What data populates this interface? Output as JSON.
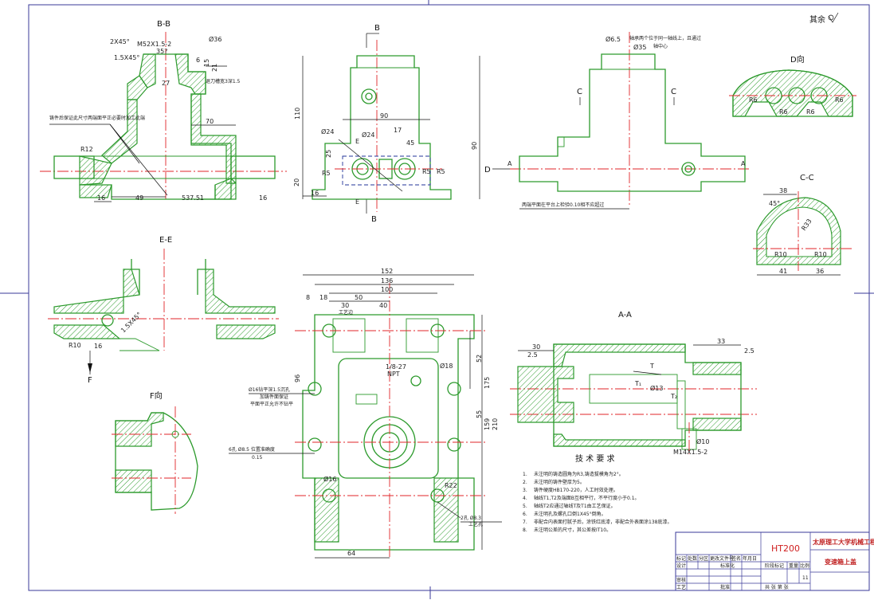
{
  "views": {
    "bb": {
      "title": "B-B"
    },
    "ee": {
      "title": "E-E"
    },
    "f": {
      "title": "F向"
    },
    "d": {
      "title": "D向"
    },
    "cc": {
      "title": "C-C"
    },
    "aa": {
      "title": "A-A"
    },
    "rest_mark": "其余"
  },
  "section_marks": {
    "b": "B",
    "e": "E",
    "a": "A",
    "c": "C",
    "d": "D",
    "f": "F"
  },
  "dims": {
    "bb_2x45": "2X45°",
    "bb_m52": "M52X1.5-2",
    "bb_36": "Ø36",
    "bb_15x45": "1.5X45°",
    "bb_35": "35?",
    "bb_27": "27",
    "bb_21": "21",
    "bb_15": "15",
    "bb_6": "6",
    "bb_70": "70",
    "bb_r12": "R12",
    "bb_16a": "16",
    "bb_49": "49",
    "bb_5375": "537.51",
    "bb_16b": "16",
    "bb_thread": "退刀槽宽3深1.5",
    "bb_note": "铸件后保证此尺寸两端面平正必要时加工此端",
    "v2_110": "110",
    "v2_90": "90",
    "v2_90b": "90",
    "v2_17": "17",
    "v2_45": "45",
    "v2_24a": "Ø24",
    "v2_24b": "Ø24",
    "v2_r5a": "R5",
    "v2_r5b": "R5",
    "v2_r5c": "R5",
    "v2_16": "16",
    "v2_20": "20",
    "v2_25": "25",
    "v3_65": "Ø6.5",
    "v3_35": "Ø35",
    "v3_note1": "轴承两个位于同一轴线上，且通过",
    "v3_note2": "轴中心",
    "v3_note3": "两端平面在平台上检验0.10相不应超过",
    "cc_38": "38",
    "cc_45": "45°",
    "cc_r33": "R33",
    "cc_r10a": "R10",
    "cc_r10b": "R10",
    "cc_41": "41",
    "cc_36": "36",
    "d_r6a": "R6",
    "d_r6b": "R6",
    "d_r6c": "R6",
    "d_r6d": "R6",
    "ee_r10": "R10",
    "ee_16": "16",
    "top_152": "152",
    "top_136": "136",
    "top_100": "100",
    "top_50": "50",
    "top_18": "18",
    "top_8": "8",
    "top_30": "30",
    "top_40": "40",
    "top_96": "96",
    "top_52": "52",
    "top_55": "55",
    "top_159": "159",
    "top_175": "175",
    "top_210": "210",
    "top_64": "64",
    "top_r22": "R22",
    "top_18b": "Ø18",
    "top_16": "Ø16",
    "top_pipe": "1/8-27",
    "top_pipe2": "NPT",
    "top_note1": "Ø16钻平深1.5沉孔",
    "top_note2": "加铸件面保证",
    "top_note3": "平面平正允许不钻平",
    "top_note4": "6孔 Ø8.5 位置准确度",
    "top_note5": "0.15",
    "top_note6": "2孔 Ø8.3",
    "top_note7": "工艺孔",
    "top_note8": "工艺边",
    "aa_30": "30",
    "aa_25": "2.5",
    "aa_33": "33",
    "aa_25b": "2.5",
    "aa_t": "T",
    "aa_t1": "T₁",
    "aa_t2": "T₂",
    "aa_13": "Ø13",
    "aa_m14": "M14X1.5-2",
    "aa_10": "Ø10"
  },
  "tech_req": {
    "title": "技 术 要 求",
    "items": [
      "未注明的铸造圆角为R3,铸造拔模角为2°。",
      "未注明的铸件壁厚为5。",
      "铸件硬度HB170-220，人工时效处理。",
      "轴线T1,T2及端面B互相平行，不平行度小于0.1。",
      "轴线T2应通过轴线T及T1由工艺保证。",
      "未注明孔及螺孔口倒1X45°倒角。",
      "非配合内表面打腻子后，涂铁红底漆，非配合外表面涂138底漆。",
      "未注明公差的尺寸，其公差按IT10。"
    ]
  },
  "title_block": {
    "material": "HT200",
    "org": "太原理工大学机械工程学院",
    "drawing_name": "变速箱上盖",
    "h_labels": [
      "标记",
      "处数",
      "分区",
      "更改文件号",
      "签名",
      "年月日"
    ],
    "r_labels": [
      "设计",
      "",
      "标准化"
    ],
    "stage_labels": [
      "阶段标记",
      "重量",
      "比例"
    ],
    "scale": "11",
    "review": "审核",
    "process": "工艺",
    "approve": "批准",
    "sheets": "共 张 第 张"
  }
}
